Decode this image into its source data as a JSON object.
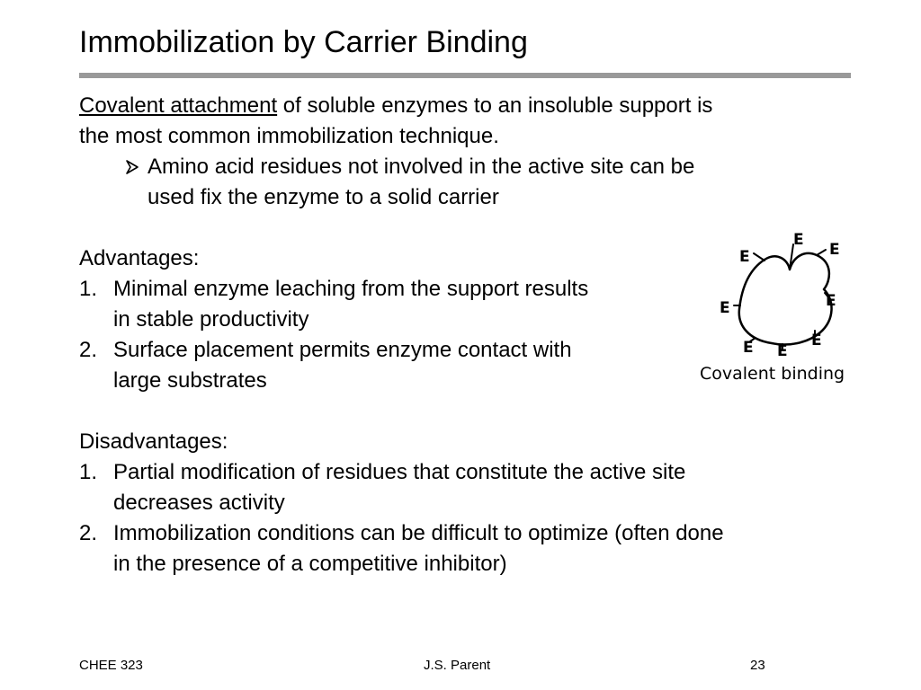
{
  "slide": {
    "title": "Immobilization by Carrier Binding"
  },
  "intro": {
    "underlined": "Covalent attachment",
    "rest": " of soluble enzymes to an insoluble support is",
    "line2": "the most common immobilization technique."
  },
  "bullet": {
    "line1": "Amino acid residues not involved in the active site can be",
    "line2": "used fix the enzyme to a solid carrier"
  },
  "advantages": {
    "heading": "Advantages:",
    "items": [
      {
        "num": "1.",
        "line1": "Minimal enzyme leaching from the support results",
        "line2": "in stable productivity"
      },
      {
        "num": "2.",
        "line1": "Surface placement permits enzyme contact with",
        "line2": "large substrates"
      }
    ]
  },
  "disadvantages": {
    "heading": "Disadvantages:",
    "items": [
      {
        "num": "1.",
        "line1": "Partial modification of residues that constitute the active site",
        "line2": "decreases activity"
      },
      {
        "num": "2.",
        "line1": "Immobilization conditions can be difficult to optimize (often done",
        "line2": "in the presence of a competitive inhibitor)"
      }
    ]
  },
  "diagram": {
    "enzyme_label": "E",
    "caption": "Covalent binding"
  },
  "footer": {
    "left": "CHEE 323",
    "center": "J.S. Parent",
    "right": "23"
  }
}
